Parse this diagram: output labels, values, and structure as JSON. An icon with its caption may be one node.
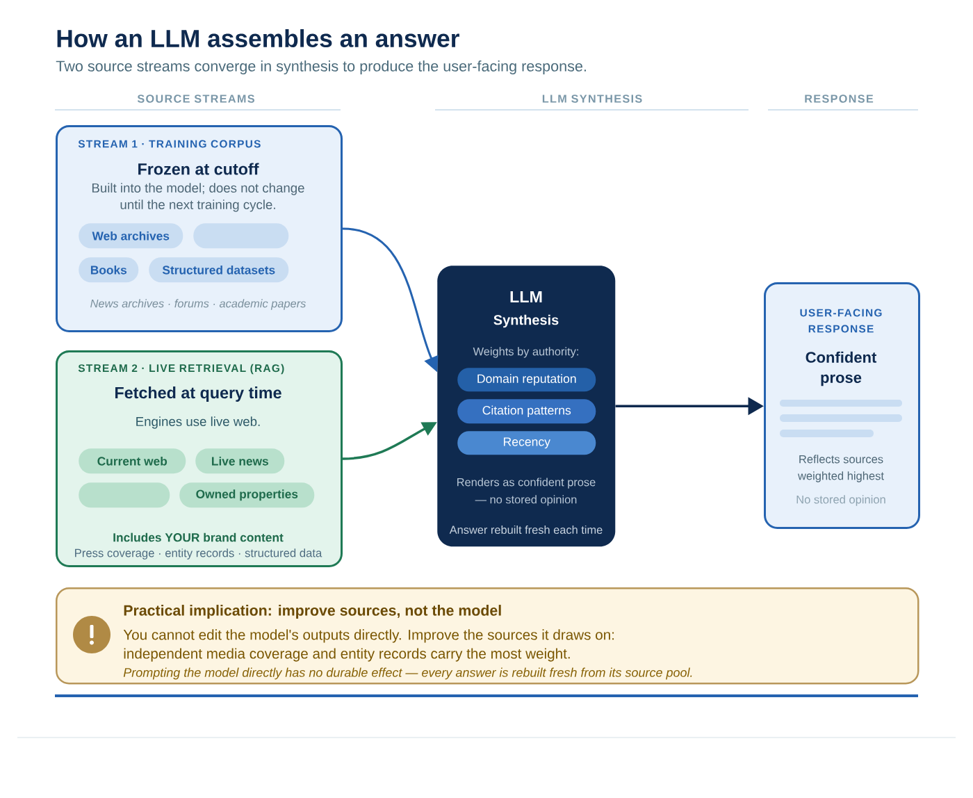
{
  "diagram": {
    "title": "How an LLM assembles an answer",
    "nodes": [
      {
        "text": [
          "STREAM 1 · TRAINING CORPUS",
          "Frozen at cutoff",
          "Built into the model; does not change until the next training cycle.",
          "News archives · forums · academic papers"
        ]
      },
      {
        "text": [
          "Web archives"
        ],
        "in": 0
      },
      {
        "text": [],
        "shape": "box",
        "in": 0
      },
      {
        "text": [
          "Books"
        ],
        "in": 0
      },
      {
        "text": [
          "Structured datasets"
        ],
        "in": 0
      },
      {
        "text": [
          "STREAM 2 · LIVE RETRIEVAL (RAG)",
          "Fetched at query time",
          "Engines use live web.",
          "Includes YOUR brand content",
          "Press coverage · entity records · structured data"
        ]
      },
      {
        "text": [
          "Current web"
        ],
        "in": 5
      },
      {
        "text": [
          "Live news"
        ],
        "in": 5
      },
      {
        "text": [],
        "shape": "box",
        "in": 5
      },
      {
        "text": [
          "Owned properties"
        ],
        "in": 5
      },
      {
        "text": [
          "LLM",
          "Synthesis",
          "Weights by authority:",
          "Renders as confident prose — no stored opinion",
          "Answer rebuilt fresh each time"
        ]
      },
      {
        "text": [
          "Domain reputation"
        ],
        "in": 10
      },
      {
        "text": [
          "Citation patterns"
        ],
        "in": 10
      },
      {
        "text": [
          "Recency"
        ],
        "in": 10
      },
      {
        "text": [
          "USER-FACING RESPONSE",
          "Confident prose",
          "Reflects sources weighted highest",
          "No stored opinion"
        ]
      },
      {
        "text": [
          "Practical implication: improve sources, not the model",
          "You cannot edit the model's outputs directly. Improve the sources it draws on: independent media coverage and entity records carry the most weight.",
          "Prompting the model directly has no durable effect — every answer is rebuilt fresh from its source pool."
        ]
      }
    ],
    "edges": [
      {
        "from": 0,
        "to": 10,
        "arrow": "to",
        "color": "#2563b0"
      },
      {
        "from": 5,
        "to": 10,
        "arrow": "to",
        "color": "#1f7a55"
      },
      {
        "from": 10,
        "to": 14,
        "arrow": "to",
        "color": "#0f2a4f"
      }
    ],
    "labels": [
      "Two source streams converge in synthesis to produce the user-facing response.",
      "SOURCE STREAMS",
      "LLM SYNTHESIS",
      "RESPONSE"
    ]
  }
}
